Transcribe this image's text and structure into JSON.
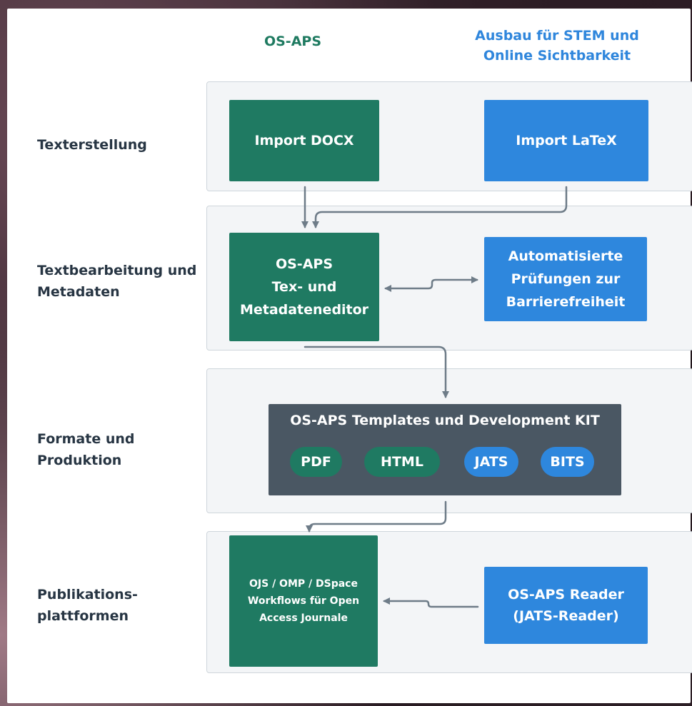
{
  "headers": {
    "osaps": "OS-APS",
    "stem_line1": "Ausbau für STEM und",
    "stem_line2": "Online Sichtbarkeit"
  },
  "rows": [
    {
      "label": [
        "Texterstellung"
      ]
    },
    {
      "label": [
        "Textbearbeitung und",
        "Metadaten"
      ]
    },
    {
      "label": [
        "Formate und",
        "Produktion"
      ]
    },
    {
      "label": [
        "Publikations-",
        "plattformen"
      ]
    }
  ],
  "boxes": {
    "import_docx": "Import DOCX",
    "import_latex": "Import LaTeX",
    "editor": [
      "OS-APS",
      "Tex- und",
      "Metadateneditor"
    ],
    "checks": [
      "Automatisierte",
      "Prüfungen zur",
      "Barrierefreiheit"
    ],
    "templates_title": "OS-APS Templates und Development KIT",
    "formats": [
      "PDF",
      "HTML",
      "JATS",
      "BITS"
    ],
    "ojs": [
      "OJS / OMP / DSpace",
      "Workflows für Open",
      "Access Journale"
    ],
    "reader": [
      "OS-APS Reader",
      "(JATS-Reader)"
    ]
  },
  "colors": {
    "green": "#1f7a62",
    "blue": "#2e87dd",
    "dark": "#4a5763",
    "label": "#273543",
    "arrow": "#6e7c88"
  }
}
